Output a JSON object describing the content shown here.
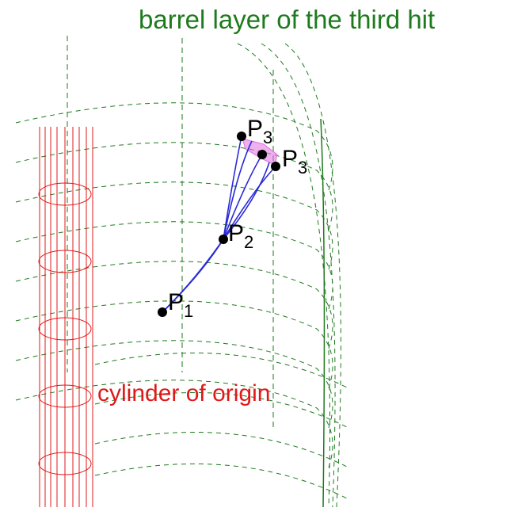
{
  "labels": {
    "barrel_layer": "barrel layer of the third hit",
    "cylinder": "cylinder of origin"
  },
  "points": [
    {
      "id": "p1",
      "letter": "P",
      "index": "1"
    },
    {
      "id": "p2",
      "letter": "P",
      "index": "2"
    },
    {
      "id": "p3a",
      "letter": "P",
      "index": "3"
    },
    {
      "id": "p3b",
      "letter": "P",
      "index": "3"
    }
  ],
  "colors": {
    "barrel": "#1e7a1e",
    "cylinder": "#e01818",
    "tracks": "#2a2ad8",
    "hits_region": "#e070e0",
    "points": "#000000"
  }
}
